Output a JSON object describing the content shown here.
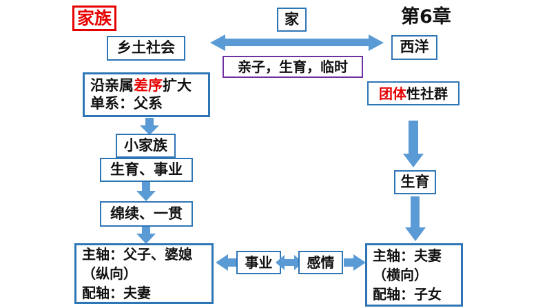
{
  "slide": {
    "chapter": "第6章",
    "title": "家族"
  },
  "colors": {
    "box_border_blue": "#2E75B6",
    "arrow_blue": "#5B9BD5",
    "highlight_red": "#E60000",
    "purple_border": "#7030A0",
    "text_black": "#111111"
  },
  "nodes": {
    "jia": "家",
    "xiangtu_shehui": "乡土社会",
    "xiyang": "西洋",
    "qinzi_shengyu_linshi": "亲子，生育，临时",
    "kuoda": {
      "pre": "沿亲属",
      "red": "差序",
      "post": "扩大",
      "line2": "单系：父系"
    },
    "tuanti": {
      "red": "团体",
      "rest": "性社群"
    },
    "xiao_jiazu": "小家族",
    "shengyu_shiye": "生育、事业",
    "mianxu_yiguan": "绵续、一贯",
    "left_axis": {
      "lines": [
        "主轴：父子、婆媳",
        "（纵向）",
        "配轴：夫妻"
      ]
    },
    "shiye": "事业",
    "ganqing": "感情",
    "shengyu": "生育",
    "right_axis": {
      "lines": [
        "主轴：夫妻",
        "（横向）",
        "配轴：子女"
      ]
    }
  }
}
